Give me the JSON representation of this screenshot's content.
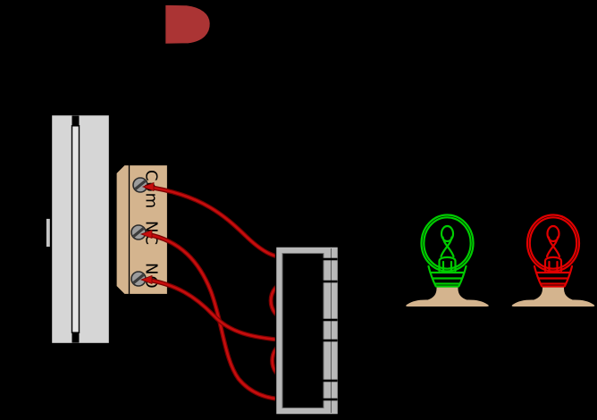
{
  "terminal_block": {
    "labels": [
      "Com",
      "NC",
      "NO"
    ]
  },
  "colors": {
    "background": "#000000",
    "button_red": "#ab3434",
    "tan": "#d4b48e",
    "switch_gray": "#d6d6d6",
    "switch_gray_light": "#e3e3e3",
    "tab_gray": "#c6c6c6",
    "screw_gray": "#9c9c9c",
    "strip_gray": "#b8b8b8",
    "wire_red": "#c60d0d",
    "wire_dark": "#7a0202",
    "bulb_green": "#00cc00",
    "bulb_red": "#e00000",
    "label_color": "#000000"
  }
}
